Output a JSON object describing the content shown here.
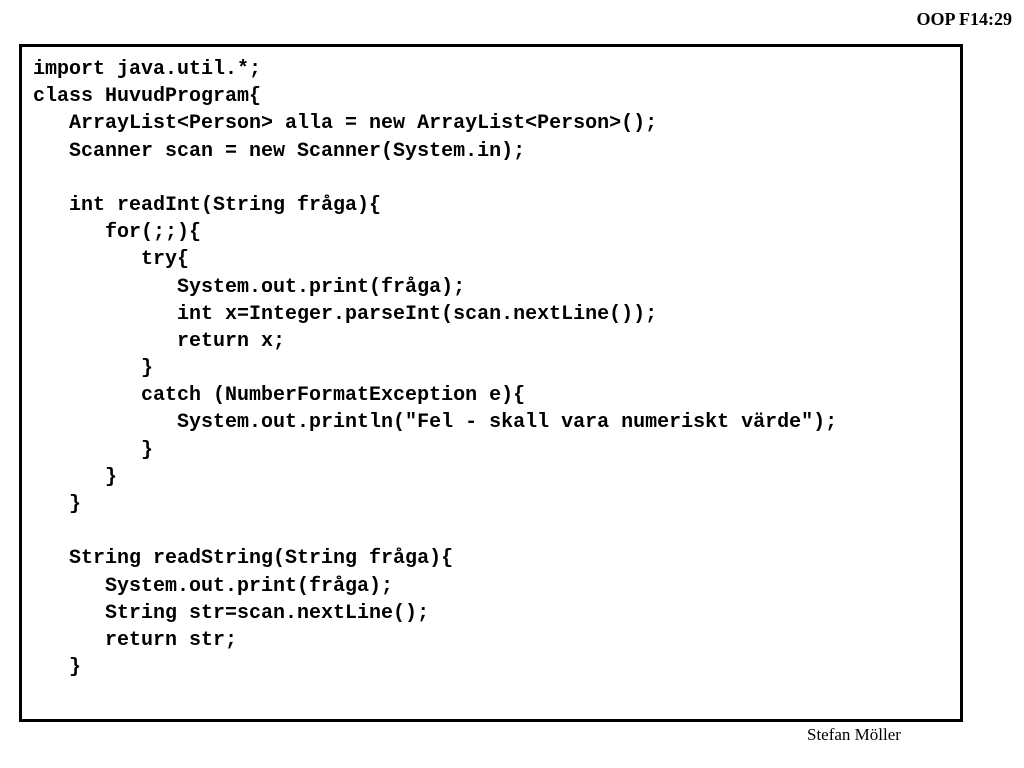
{
  "header": {
    "slide_id": "OOP F14:29"
  },
  "code": {
    "lines": [
      "import java.util.*;",
      "class HuvudProgram{",
      "   ArrayList<Person> alla = new ArrayList<Person>();",
      "   Scanner scan = new Scanner(System.in);",
      "",
      "   int readInt(String fråga){",
      "      for(;;){",
      "         try{",
      "            System.out.print(fråga);",
      "            int x=Integer.parseInt(scan.nextLine());",
      "            return x;",
      "         }",
      "         catch (NumberFormatException e){",
      "            System.out.println(\"Fel - skall vara numeriskt värde\");",
      "         }",
      "      }",
      "   }",
      "",
      "   String readString(String fråga){",
      "      System.out.print(fråga);",
      "      String str=scan.nextLine();",
      "      return str;",
      "   }"
    ]
  },
  "footer": {
    "author": "Stefan Möller"
  }
}
